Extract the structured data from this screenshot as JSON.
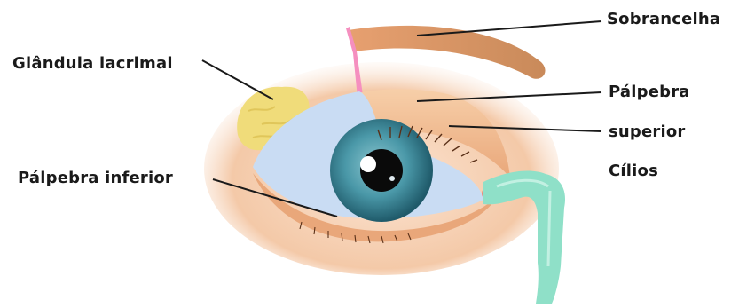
{
  "labels": {
    "sobrancelha": "Sobrancelha",
    "glandula_lacrimal": "Glândula lacrimal",
    "palpebra_superior_line1": "Pálpebra",
    "palpebra_superior_line2": "superior",
    "cilios": "Cílios",
    "palpebra_inferior": "Pálpebra inferior"
  },
  "colors": {
    "skin": "#f4c9a8",
    "brow": "#c98a5a",
    "gland": "#f0dc7a",
    "sclera": "#c9dcf3",
    "iris": "#3f8a9c",
    "pupil": "#0a0a0a",
    "duct": "#8fe0c8",
    "leader": "#1a1a1a"
  }
}
